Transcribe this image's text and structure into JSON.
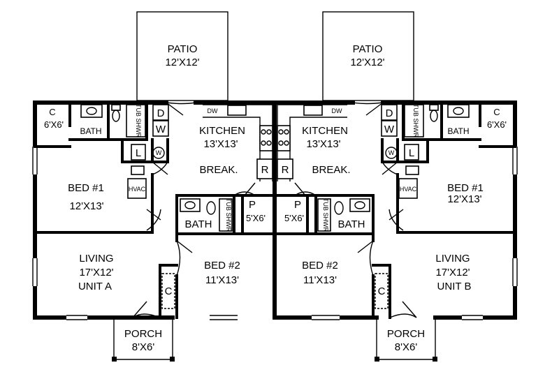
{
  "plan": {
    "unit_a": {
      "patio": {
        "name": "PATIO",
        "size": "12'X12'"
      },
      "closet_top": {
        "name": "C",
        "size": "6'X6'"
      },
      "bath_top": "BATH",
      "tub_top": "TUB SHWR",
      "dryer": "D",
      "washer": "W",
      "linen": "L",
      "water_heater": "W",
      "kitchen": {
        "name": "KITCHEN",
        "size": "13'X13'"
      },
      "dishwasher": "DW",
      "range": "R",
      "break": "BREAK.",
      "bed1": {
        "name": "BED #1",
        "size": "12'X13'"
      },
      "hvac": "HVAC",
      "bath_mid": "BATH",
      "tub_mid": "TUB SHWR",
      "pantry": {
        "name": "P",
        "size": "5'X6'"
      },
      "living": {
        "name": "LIVING",
        "size": "17'X12'",
        "unit": "UNIT A"
      },
      "bed2": {
        "name": "BED #2",
        "size": "11'X13'"
      },
      "closet_bed2": "C",
      "porch": {
        "name": "PORCH",
        "size": "8'X6'"
      }
    },
    "unit_b": {
      "patio": {
        "name": "PATIO",
        "size": "12'X12'"
      },
      "closet_top": {
        "name": "C",
        "size": "6'X6'"
      },
      "bath_top": "BATH",
      "tub_top": "TUB SHWR",
      "dryer": "D",
      "washer": "W",
      "linen": "L",
      "water_heater": "W",
      "kitchen": {
        "name": "KITCHEN",
        "size": "13'X13'"
      },
      "dishwasher": "DW",
      "range": "R",
      "break": "BREAK.",
      "bed1": {
        "name": "BED #1",
        "size": "12'X13'"
      },
      "hvac": "HVAC",
      "bath_mid": "BATH",
      "tub_mid": "TUB SHWR",
      "pantry": {
        "name": "P",
        "size": "5'X6'"
      },
      "living": {
        "name": "LIVING",
        "size": "17'X12'",
        "unit": "UNIT B"
      },
      "bed2": {
        "name": "BED #2",
        "size": "11'X13'"
      },
      "closet_bed2": "C",
      "porch": {
        "name": "PORCH",
        "size": "8'X6'"
      }
    }
  }
}
